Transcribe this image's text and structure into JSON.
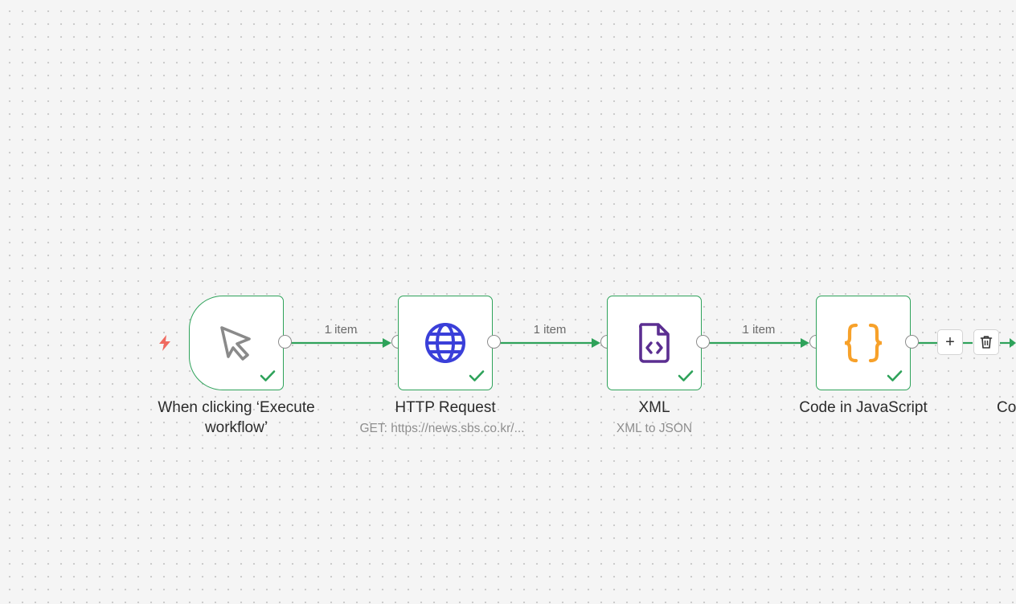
{
  "canvas": {
    "background": "#f5f5f5",
    "edge_color": "#2ea25a"
  },
  "nodes": [
    {
      "id": "trigger",
      "title": "When clicking ‘Execute workflow’",
      "subtitle": "",
      "icon": "cursor-icon",
      "status": "success"
    },
    {
      "id": "http",
      "title": "HTTP Request",
      "subtitle": "GET: https://news.sbs.co.kr/...",
      "icon": "globe-icon",
      "status": "success"
    },
    {
      "id": "xml",
      "title": "XML",
      "subtitle": "XML to JSON",
      "icon": "file-code-icon",
      "status": "success"
    },
    {
      "id": "code",
      "title": "Code in JavaScript",
      "subtitle": "",
      "icon": "curly-braces-icon",
      "status": "success"
    },
    {
      "id": "next",
      "title": "Co",
      "subtitle": "",
      "icon": "",
      "status": ""
    }
  ],
  "edges": [
    {
      "label": "1 item"
    },
    {
      "label": "1 item"
    },
    {
      "label": "1 item"
    },
    {
      "label": ""
    }
  ],
  "edge_toolbar": {
    "add_label": "+",
    "delete_icon": "trash-icon"
  },
  "colors": {
    "success": "#2ea25a",
    "trigger_bolt": "#f0695f",
    "globe": "#3a3fd9",
    "xml": "#5b2e91",
    "code": "#f7a12a",
    "cursor": "#8a8a8a"
  }
}
